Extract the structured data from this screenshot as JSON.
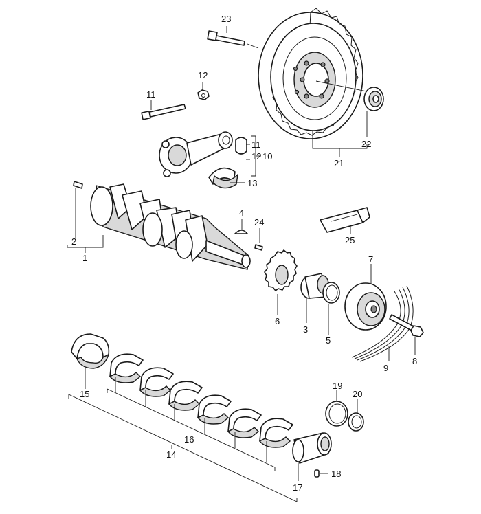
{
  "callouts": {
    "c1": "1",
    "c2": "2",
    "c3": "3",
    "c4": "4",
    "c5": "5",
    "c6": "6",
    "c7": "7",
    "c8": "8",
    "c9": "9",
    "c10": "10",
    "c11": "11",
    "c11b": "11",
    "c12": "12",
    "c12b": "12",
    "c13": "13",
    "c14": "14",
    "c15": "15",
    "c16": "16",
    "c17": "17",
    "c18": "18",
    "c19": "19",
    "c20": "20",
    "c21": "21",
    "c22": "22",
    "c23": "23",
    "c24": "24",
    "c25": "25"
  }
}
